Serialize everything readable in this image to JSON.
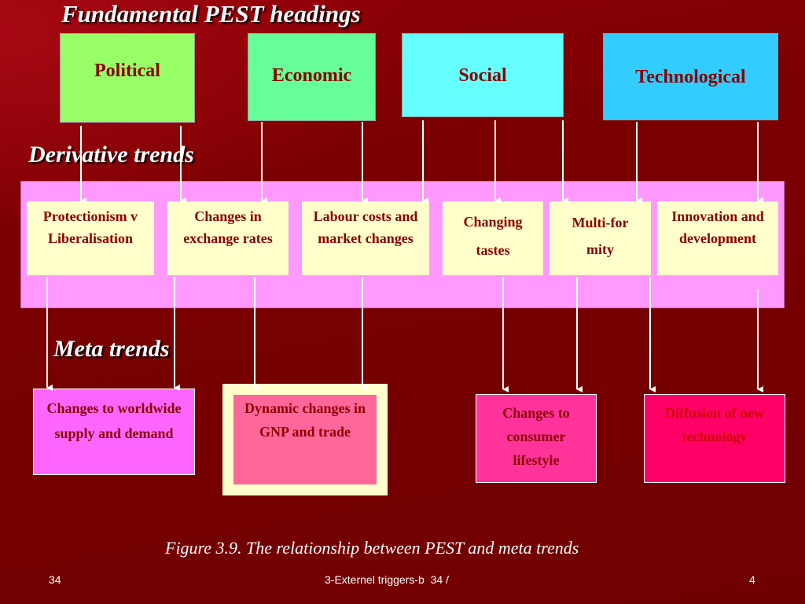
{
  "headings": {
    "fundamental": "Fundamental PEST headings",
    "derivative": "Derivative trends",
    "meta": "Meta trends"
  },
  "pest": [
    {
      "label": "Political",
      "color": "#99ff66"
    },
    {
      "label": "Economic",
      "color": "#66ff99"
    },
    {
      "label": "Social",
      "color": "#66ffff"
    },
    {
      "label": "Technological",
      "color": "#33ccff"
    }
  ],
  "derivative_trends": [
    "Protectionism v Liberalisation",
    "Changes in exchange rates",
    "Labour costs and market changes",
    "Changing tastes",
    "Multi-formity",
    "Innovation and development"
  ],
  "meta_trends": [
    {
      "label": "Changes to worldwide supply and demand",
      "color": "#ff66ff",
      "text_color": "#8b0000"
    },
    {
      "label": "Dynamic changes in GNP and trade",
      "color": "#ff6699",
      "text_color": "#8b0000"
    },
    {
      "label": "Changes to consumer lifestyle",
      "color": "#ff3399",
      "text_color": "#8b0000"
    },
    {
      "label": "Diffusion of new technology",
      "color": "#ff0066",
      "text_color": "#cc0000"
    }
  ],
  "colors": {
    "background": "#7a0000",
    "band": "#ff99ff",
    "derivative_box": "#ffffcc",
    "meta_frame": "#ffffcc",
    "arrow": "#ffffff"
  },
  "caption": "Figure 3.9. The relationship between PEST and meta trends",
  "footer": {
    "left": "34",
    "center": "3-Externel triggers-b  34 /",
    "right": "4"
  }
}
